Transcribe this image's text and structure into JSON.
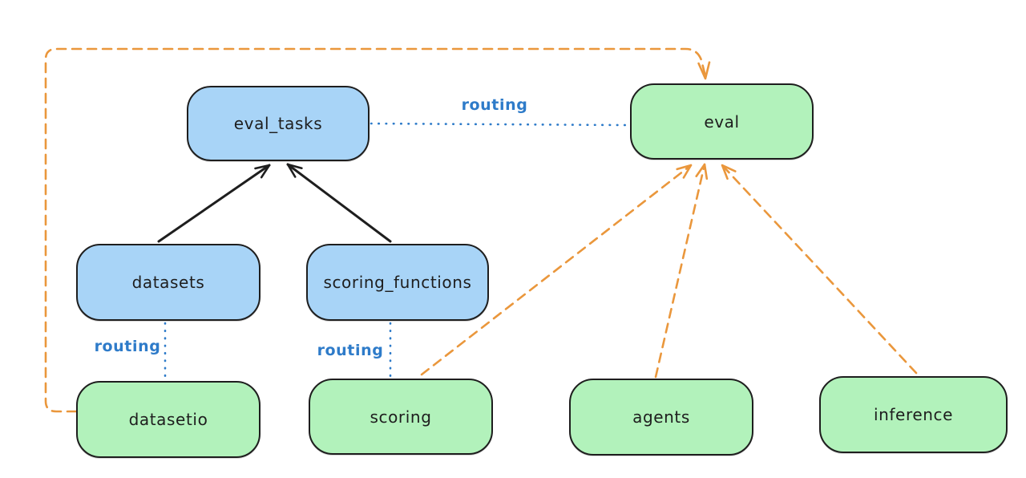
{
  "diagram": {
    "background": "#ffffff",
    "colors": {
      "blue_node_fill": "#a8d4f7",
      "green_node_fill": "#b2f2bb",
      "node_border": "#1e1e1e",
      "black_edge": "#1e1e1e",
      "blue_edge": "#2e7bc9",
      "orange_edge": "#ea973c",
      "label_blue": "#2e7bc9"
    },
    "nodes": {
      "eval_tasks": {
        "label": "eval_tasks",
        "color": "blue"
      },
      "eval": {
        "label": "eval",
        "color": "green"
      },
      "datasets": {
        "label": "datasets",
        "color": "blue"
      },
      "scoring_functions": {
        "label": "scoring_functions",
        "color": "blue"
      },
      "datasetio": {
        "label": "datasetio",
        "color": "green"
      },
      "scoring": {
        "label": "scoring",
        "color": "green"
      },
      "agents": {
        "label": "agents",
        "color": "green"
      },
      "inference": {
        "label": "inference",
        "color": "green"
      }
    },
    "edges": [
      {
        "from": "datasets",
        "to": "eval_tasks",
        "style": "solid",
        "color": "black",
        "arrow": true
      },
      {
        "from": "scoring_functions",
        "to": "eval_tasks",
        "style": "solid",
        "color": "black",
        "arrow": true
      },
      {
        "from": "eval_tasks",
        "to": "eval",
        "style": "dotted",
        "color": "blue",
        "label": "routing",
        "arrow": false
      },
      {
        "from": "datasets",
        "to": "datasetio",
        "style": "dotted",
        "color": "blue",
        "label": "routing",
        "arrow": false
      },
      {
        "from": "scoring_functions",
        "to": "scoring",
        "style": "dotted",
        "color": "blue",
        "label": "routing",
        "arrow": false
      },
      {
        "from": "datasetio",
        "to": "eval",
        "style": "dashed",
        "color": "orange",
        "arrow": true
      },
      {
        "from": "scoring",
        "to": "eval",
        "style": "dashed",
        "color": "orange",
        "arrow": true
      },
      {
        "from": "agents",
        "to": "eval",
        "style": "dashed",
        "color": "orange",
        "arrow": true
      },
      {
        "from": "inference",
        "to": "eval",
        "style": "dashed",
        "color": "orange",
        "arrow": true
      }
    ],
    "edge_labels": {
      "eval_tasks_eval": "routing",
      "datasets_datasetio": "routing",
      "scoring_functions_scoring": "routing"
    }
  }
}
